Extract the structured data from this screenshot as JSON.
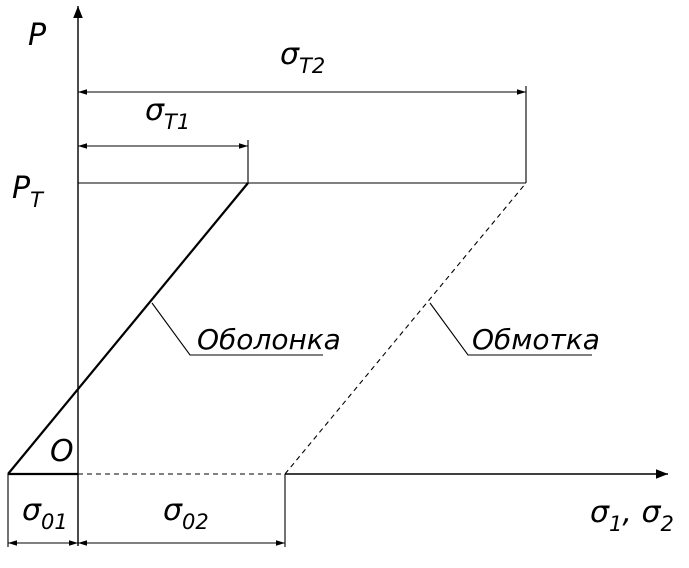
{
  "axes": {
    "y_label": "P",
    "x_label_parts": [
      "σ",
      "1",
      ", σ",
      "2"
    ],
    "origin_label": "O"
  },
  "levels": {
    "p_t": {
      "main": "P",
      "sub": "T"
    }
  },
  "dimensions": {
    "sigma_t1": {
      "main": "σ",
      "sub": "T1"
    },
    "sigma_t2": {
      "main": "σ",
      "sub": "T2"
    },
    "sigma_01": {
      "main": "σ",
      "sub": "01"
    },
    "sigma_02": {
      "main": "σ",
      "sub": "02"
    }
  },
  "lines": {
    "shell": {
      "label": "Оболонка",
      "style": "solid"
    },
    "winding": {
      "label": "Обмотка",
      "style": "dashed"
    }
  }
}
